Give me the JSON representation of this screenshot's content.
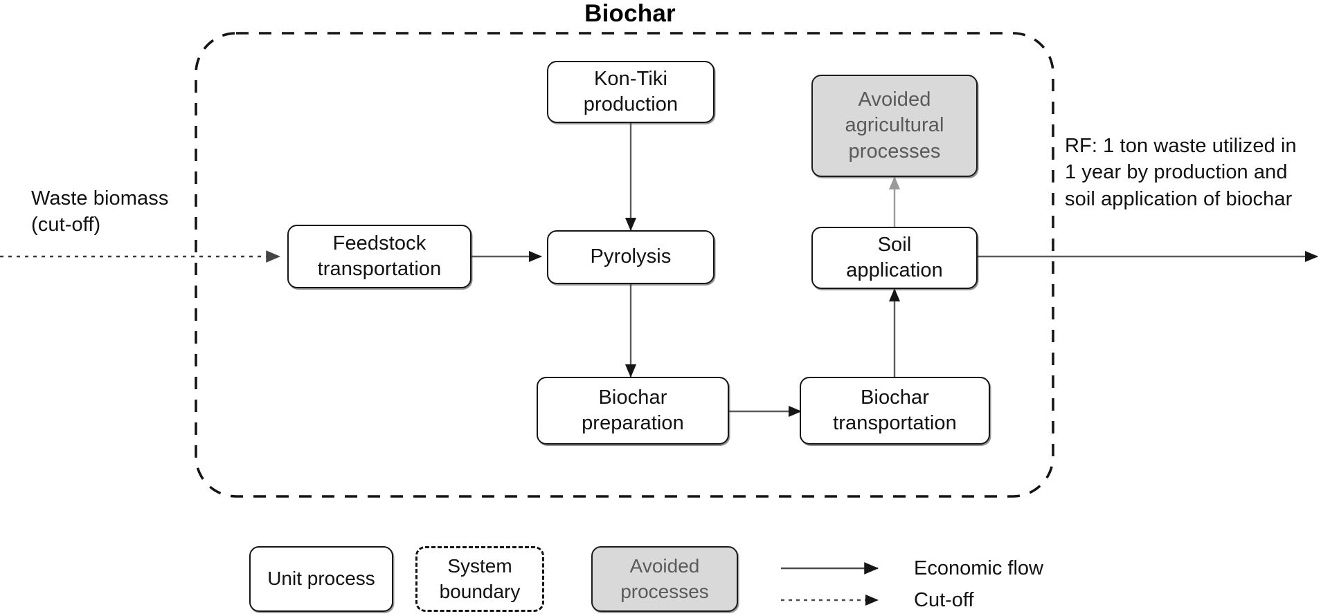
{
  "diagram": {
    "title": "Biochar",
    "type": "process-flow",
    "nodes": [
      {
        "id": "feedstock-transportation",
        "label": "Feedstock\ntransportation",
        "kind": "unit-process"
      },
      {
        "id": "kon-tiki-production",
        "label": "Kon-Tiki\nproduction",
        "kind": "unit-process"
      },
      {
        "id": "pyrolysis",
        "label": "Pyrolysis",
        "kind": "unit-process"
      },
      {
        "id": "biochar-preparation",
        "label": "Biochar\npreparation",
        "kind": "unit-process"
      },
      {
        "id": "biochar-transportation",
        "label": "Biochar\ntransportation",
        "kind": "unit-process"
      },
      {
        "id": "soil-application",
        "label": "Soil\napplication",
        "kind": "unit-process"
      },
      {
        "id": "avoided-agricultural-processes",
        "label": "Avoided\nagricultural\nprocesses",
        "kind": "avoided-process"
      }
    ],
    "annotations": {
      "input_label": "Waste biomass\n(cut-off)",
      "output_label": "RF: 1 ton waste utilized in\n1 year by production and\nsoil application of biochar"
    },
    "edges": [
      {
        "from": "waste-biomass-input",
        "to": "feedstock-transportation",
        "type": "cut-off"
      },
      {
        "from": "feedstock-transportation",
        "to": "pyrolysis",
        "type": "economic-flow"
      },
      {
        "from": "kon-tiki-production",
        "to": "pyrolysis",
        "type": "economic-flow"
      },
      {
        "from": "pyrolysis",
        "to": "biochar-preparation",
        "type": "economic-flow"
      },
      {
        "from": "biochar-preparation",
        "to": "biochar-transportation",
        "type": "economic-flow"
      },
      {
        "from": "biochar-transportation",
        "to": "soil-application",
        "type": "economic-flow"
      },
      {
        "from": "soil-application",
        "to": "avoided-agricultural-processes",
        "type": "avoided-flow"
      },
      {
        "from": "soil-application",
        "to": "reference-flow-output",
        "type": "economic-flow"
      }
    ]
  },
  "legend": {
    "items": [
      {
        "id": "unit-process",
        "label": "Unit process",
        "style": "solid-rounded-box"
      },
      {
        "id": "system-boundary",
        "label": "System\nboundary",
        "style": "dashed-rounded-box"
      },
      {
        "id": "avoided-processes",
        "label": "Avoided\nprocesses",
        "style": "shaded-rounded-box"
      }
    ],
    "flows": [
      {
        "id": "economic-flow",
        "label": "Economic flow",
        "style": "solid-arrow"
      },
      {
        "id": "cut-off",
        "label": "Cut-off",
        "style": "dotted-arrow"
      }
    ]
  },
  "colors": {
    "line": "#151515",
    "avoided_fill": "#d9d9d9",
    "avoided_text": "#5a5a5a",
    "arrow_gray": "#6e6e6e",
    "background": "#ffffff"
  }
}
